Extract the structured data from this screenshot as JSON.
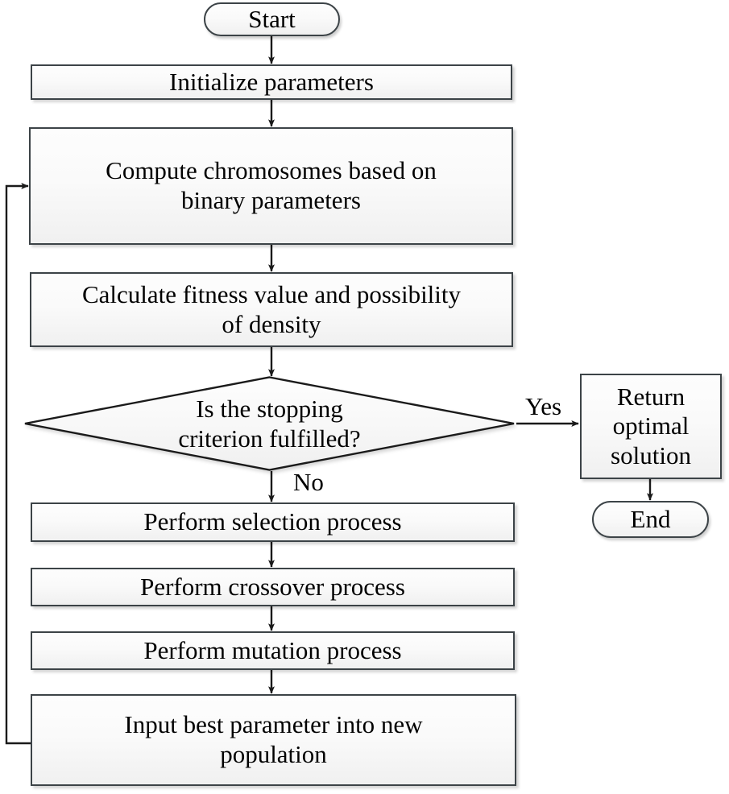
{
  "diagram": {
    "title": "Genetic algorithm flowchart",
    "type": "flowchart",
    "background_color": "#ffffff",
    "node_fill_top": "#fdfdfd",
    "node_fill_bottom": "#f0f0f0",
    "node_border_color": "#3c4347",
    "connector_color": "#1a1a1a"
  },
  "nodes": {
    "start": {
      "label": "Start",
      "shape": "terminator"
    },
    "init": {
      "label": "Initialize parameters",
      "shape": "process"
    },
    "compute": {
      "label": "Compute chromosomes based on\nbinary parameters",
      "shape": "process"
    },
    "fitness": {
      "label": "Calculate fitness value and possibility\nof density",
      "shape": "process"
    },
    "decision": {
      "label": "Is the stopping\ncriterion fulfilled?",
      "shape": "decision"
    },
    "return": {
      "label": "Return\noptimal\nsolution",
      "shape": "process"
    },
    "end": {
      "label": "End",
      "shape": "terminator"
    },
    "selection": {
      "label": "Perform selection process",
      "shape": "process"
    },
    "crossover": {
      "label": "Perform crossover process",
      "shape": "process"
    },
    "mutation": {
      "label": "Perform mutation process",
      "shape": "process"
    },
    "input_best": {
      "label": "Input best parameter into new\npopulation",
      "shape": "process"
    }
  },
  "edge_labels": {
    "yes": "Yes",
    "no": "No"
  },
  "edges": [
    {
      "from": "start",
      "to": "init",
      "label": ""
    },
    {
      "from": "init",
      "to": "compute",
      "label": ""
    },
    {
      "from": "compute",
      "to": "fitness",
      "label": ""
    },
    {
      "from": "fitness",
      "to": "decision",
      "label": ""
    },
    {
      "from": "decision",
      "to": "return",
      "label": "Yes"
    },
    {
      "from": "decision",
      "to": "selection",
      "label": "No"
    },
    {
      "from": "return",
      "to": "end",
      "label": ""
    },
    {
      "from": "selection",
      "to": "crossover",
      "label": ""
    },
    {
      "from": "crossover",
      "to": "mutation",
      "label": ""
    },
    {
      "from": "mutation",
      "to": "input_best",
      "label": ""
    },
    {
      "from": "input_best",
      "to": "compute",
      "label": ""
    }
  ]
}
